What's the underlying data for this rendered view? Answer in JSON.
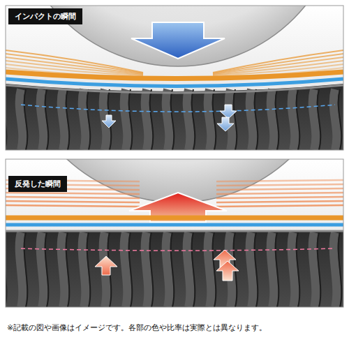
{
  "diagram": {
    "nodes": [
      {
        "text": [
          "インパクトの瞬間"
        ]
      },
      {
        "text": [
          "反発した瞬間"
        ]
      }
    ],
    "labels": [
      "※記載の図や画像はイメージです。各部の色や比率は実際とは異なります。"
    ]
  }
}
